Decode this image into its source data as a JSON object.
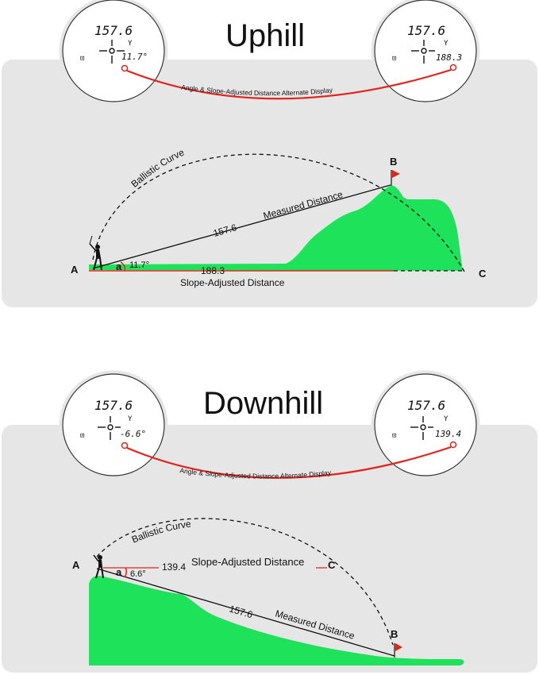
{
  "uphill": {
    "title": "Uphill",
    "left_scope": {
      "distance": "157.6",
      "unit": "Y",
      "value": "11.7°",
      "mode": "⊡"
    },
    "right_scope": {
      "distance": "157.6",
      "unit": "Y",
      "value": "188.3",
      "mode": "⊡"
    },
    "link_caption": "Angle & Slope-Adjusted Distance Alternate Display",
    "ballistic_label": "Ballistic Curve",
    "measured_label": "Measured Distance",
    "measured_value": "157.6",
    "adjusted_value": "188.3",
    "adjusted_label": "Slope-Adjusted Distance",
    "angle_symbol": "a",
    "angle_value": "11.7°",
    "point_a": "A",
    "point_b": "B",
    "point_c": "C"
  },
  "downhill": {
    "title": "Downhill",
    "left_scope": {
      "distance": "157.6",
      "unit": "Y",
      "value": "-6.6°",
      "mode": "⊡"
    },
    "right_scope": {
      "distance": "157.6",
      "unit": "Y",
      "value": "139.4",
      "mode": "⊡"
    },
    "link_caption": "Angle & Slope-Adjusted Distance Alternate Display",
    "ballistic_label": "Ballistic Curve",
    "measured_label": "Measured Distance",
    "measured_value": "157.6",
    "adjusted_value": "139.4",
    "adjusted_label": "Slope-Adjusted Distance",
    "angle_symbol": "a",
    "angle_value": "6.6°",
    "point_a": "A",
    "point_b": "B",
    "point_c": "C"
  },
  "colors": {
    "panel": "#e6e6e6",
    "terrain": "#1ee35a",
    "accent": "#e2231a",
    "ink": "#111111"
  }
}
